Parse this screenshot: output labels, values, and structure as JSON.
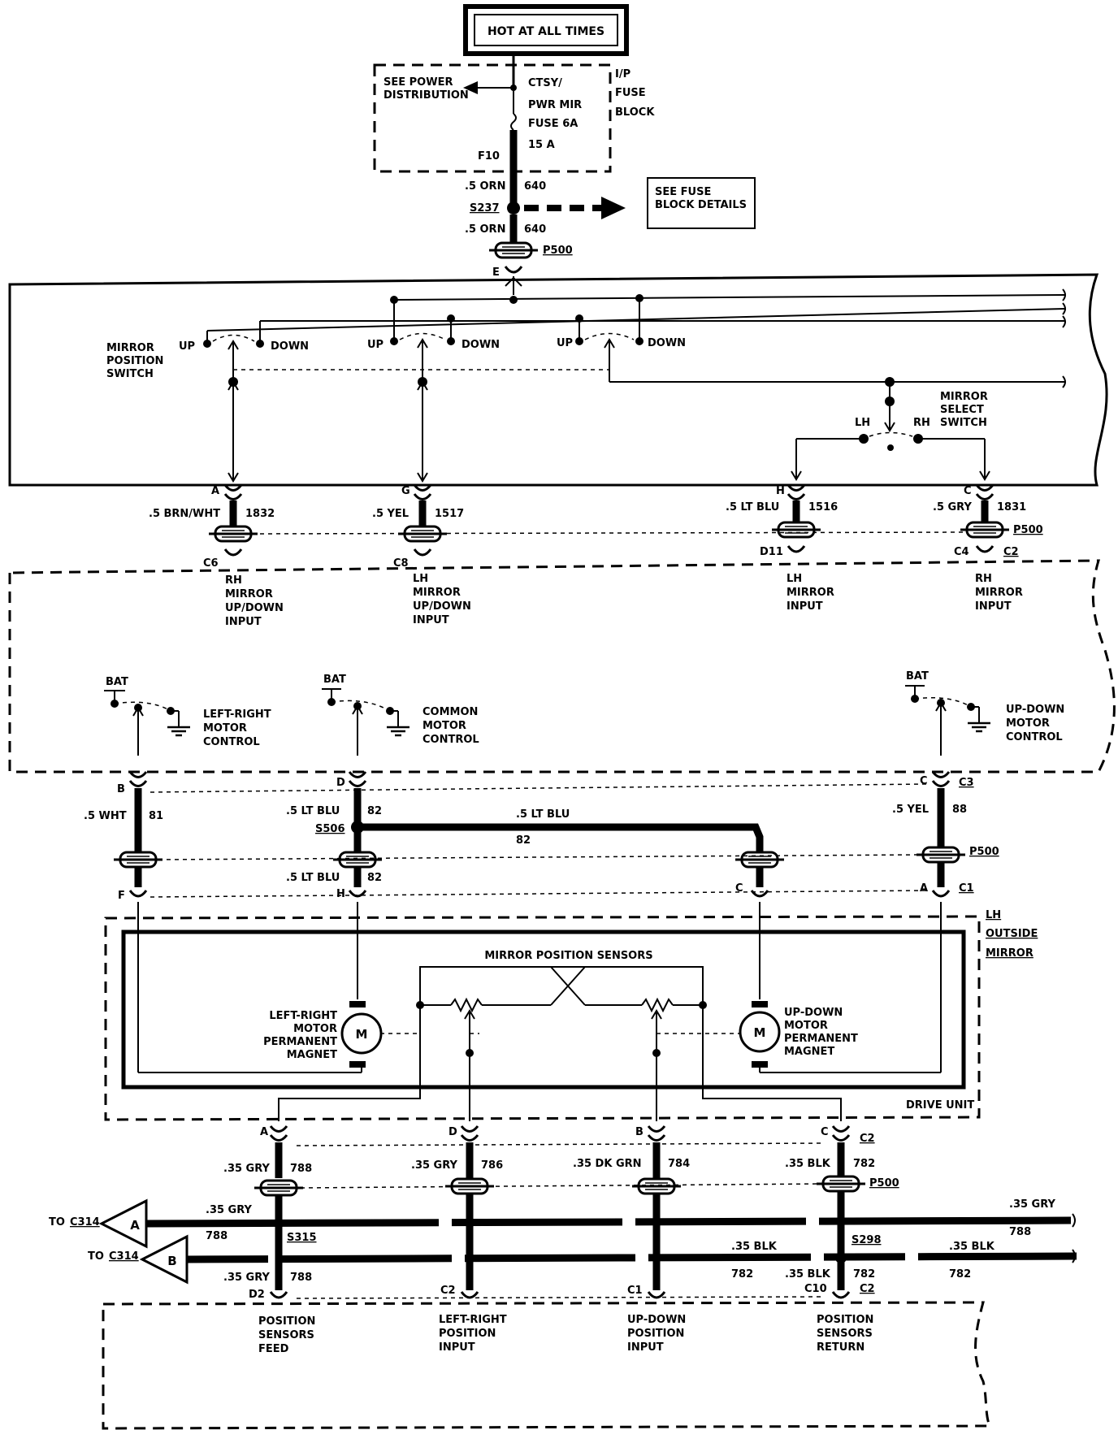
{
  "power": {
    "hot": "HOT AT ALL TIMES",
    "see_power_1": "SEE POWER",
    "see_power_2": "DISTRIBUTION",
    "fuse_1": "CTSY/",
    "fuse_2": "PWR MIR",
    "fuse_3": "FUSE 6A",
    "fuse_4": "15 A",
    "fuse_id": "F10",
    "ip_1": "I/P",
    "ip_2": "FUSE",
    "ip_3": "BLOCK",
    "feed_wire_a": ".5 ORN",
    "feed_circ_a": "640",
    "splice": "S237",
    "feed_wire_b": ".5 ORN",
    "feed_circ_b": "640",
    "see_fuse_1": "SEE FUSE",
    "see_fuse_2": "BLOCK DETAILS",
    "conn_top": "P500",
    "pin_top": "E"
  },
  "switch": {
    "pos_1": "MIRROR",
    "pos_2": "POSITION",
    "pos_3": "SWITCH",
    "up": "UP",
    "down": "DOWN",
    "sel_1": "MIRROR",
    "sel_2": "SELECT",
    "sel_3": "SWITCH",
    "lh": "LH",
    "rh": "RH"
  },
  "upper_connectors": [
    {
      "pin_top": "A",
      "wire": ".5 BRN/WHT",
      "circuit": "1832",
      "pin_bottom": "C6",
      "label": [
        "RH",
        "MIRROR",
        "UP/DOWN",
        "INPUT"
      ]
    },
    {
      "pin_top": "G",
      "wire": ".5 YEL",
      "circuit": "1517",
      "pin_bottom": "C8",
      "label": [
        "LH",
        "MIRROR",
        "UP/DOWN",
        "INPUT"
      ]
    },
    {
      "pin_top": "H",
      "wire": ".5 LT BLU",
      "circuit": "1516",
      "pin_bottom": "D11",
      "label": [
        "LH",
        "MIRROR",
        "INPUT"
      ]
    },
    {
      "pin_top": "C",
      "wire": ".5 GRY",
      "circuit": "1831",
      "pin_bottom": "C4",
      "label": [
        "RH",
        "MIRROR",
        "INPUT"
      ]
    }
  ],
  "upper_conn_name": "P500",
  "upper_conn_c2": "C2",
  "motor_controls": [
    {
      "bat": "BAT",
      "label": [
        "LEFT-RIGHT",
        "MOTOR",
        "CONTROL"
      ]
    },
    {
      "bat": "BAT",
      "label": [
        "COMMON",
        "MOTOR",
        "CONTROL"
      ]
    },
    {
      "bat": "BAT",
      "label": [
        "UP-DOWN",
        "MOTOR",
        "CONTROL"
      ]
    }
  ],
  "mid_wires": {
    "b_pin": "B",
    "b_wire": ".5 WHT",
    "b_circ": "81",
    "f_pin": "F",
    "d_pin": "D",
    "d_wire": ".5 LT BLU",
    "d_circ": "82",
    "s506": "S506",
    "run_wire": ".5 LT BLU",
    "run_circ": "82",
    "h_wire": ".5 LT BLU",
    "h_circ": "82",
    "h_pin": "H",
    "c_pin_mid": "C",
    "c3_pin": "C",
    "c3_conn": "C3",
    "c3_wire": ".5 YEL",
    "c3_circ": "88",
    "p500": "P500",
    "a_pin": "A",
    "c1": "C1"
  },
  "mirror": {
    "title_1": "LH",
    "title_2": "OUTSIDE",
    "title_3": "MIRROR",
    "sensors": "MIRROR POSITION SENSORS",
    "lr_motor": [
      "LEFT-RIGHT",
      "MOTOR",
      "PERMANENT",
      "MAGNET"
    ],
    "ud_motor": [
      "UP-DOWN",
      "MOTOR",
      "PERMANENT",
      "MAGNET"
    ],
    "motor_glyph": "M",
    "drive_unit": "DRIVE UNIT"
  },
  "lower_connectors": [
    {
      "pin_top": "A",
      "wire": ".35 GRY",
      "circuit": "788"
    },
    {
      "pin_top": "D",
      "wire": ".35 GRY",
      "circuit": "786"
    },
    {
      "pin_top": "B",
      "wire": ".35 DK GRN",
      "circuit": "784"
    },
    {
      "pin_top": "C",
      "wire": ".35 BLK",
      "circuit": "782"
    }
  ],
  "lower_conn": {
    "c2_top": "C2",
    "p500": "P500"
  },
  "buses": {
    "to_a": "TO",
    "c314_a": "C314",
    "flag_a": "A",
    "to_b": "TO",
    "c314_b": "C314",
    "flag_b": "B",
    "a_wire": ".35 GRY",
    "a_circ": "788",
    "s315": "S315",
    "a_right_wire": ".35 GRY",
    "a_right_circ": "788",
    "b_mid_wire": ".35 BLK",
    "b_mid_circ": "782",
    "s298": "S298",
    "b_right_wire": ".35 BLK",
    "b_right_circ": "782",
    "feed_wire": ".35 GRY",
    "feed_circ": "788",
    "ret_wire": ".35 BLK",
    "ret_circ": "782"
  },
  "bottom_pins": {
    "d2": "D2",
    "c2": "C2",
    "c1": "C1",
    "c10": "C10",
    "c2b": "C2"
  },
  "bottom_labels": [
    [
      "POSITION",
      "SENSORS",
      "FEED"
    ],
    [
      "LEFT-RIGHT",
      "POSITION",
      "INPUT"
    ],
    [
      "UP-DOWN",
      "POSITION",
      "INPUT"
    ],
    [
      "POSITION",
      "SENSORS",
      "RETURN"
    ]
  ]
}
